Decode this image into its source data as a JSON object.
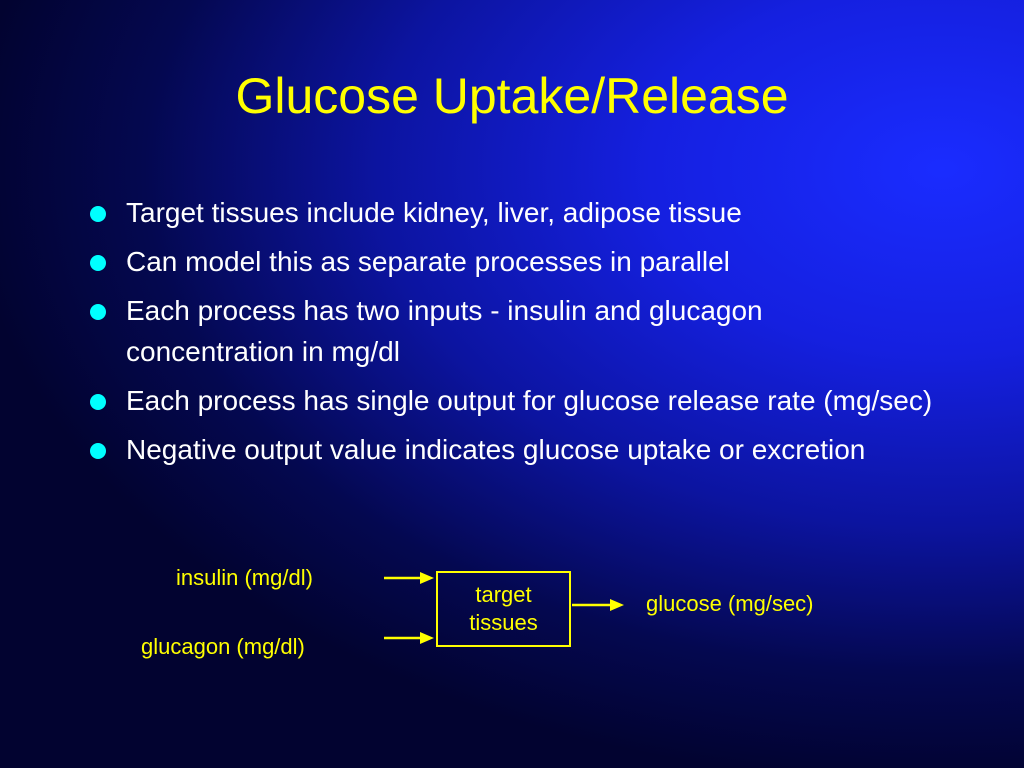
{
  "slide": {
    "title": "Glucose Uptake/Release",
    "bullets": [
      "Target tissues include kidney, liver, adipose tissue",
      "Can model this as separate processes in parallel",
      "Each process has two inputs - insulin and glucagon concentration in mg/dl",
      "Each process has single output for glucose release rate (mg/sec)",
      "Negative output value indicates glucose uptake or excretion"
    ],
    "diagram": {
      "input_1": "insulin (mg/dl)",
      "input_2": "glucagon (mg/dl)",
      "box_line_1": "target",
      "box_line_2": "tissues",
      "output": "glucose (mg/sec)"
    },
    "colors": {
      "title": "#ffff00",
      "text": "#ffffff",
      "bullet": "#00ffff",
      "diagram": "#ffff00",
      "background": "#1520e0"
    }
  }
}
